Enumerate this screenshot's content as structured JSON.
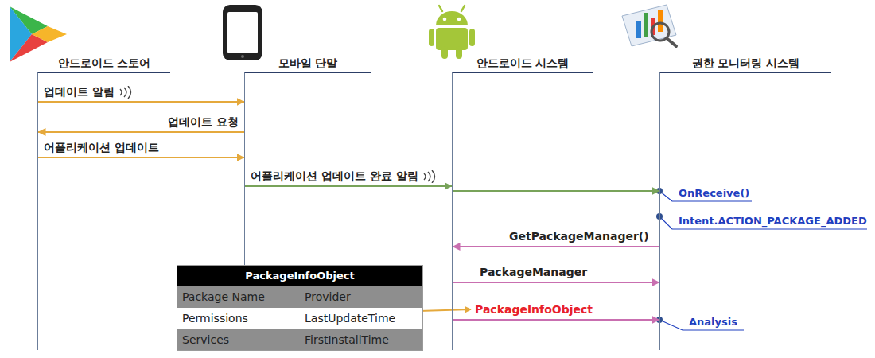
{
  "diagram": {
    "nodes": [
      {
        "text": [
          "안드로이드 스토어"
        ]
      },
      {
        "text": [
          "모바일 단말"
        ]
      },
      {
        "text": [
          "안드로이드 시스템"
        ]
      },
      {
        "text": [
          "권한 모니터링 시스템"
        ]
      },
      {
        "text": [
          "PackageInfoObject",
          "Package Name",
          "Provider",
          "Permissions",
          "LastUpdateTime",
          "Services",
          "FirstInstallTime"
        ]
      }
    ],
    "edges": [
      {
        "from": 0,
        "to": 1,
        "label": "업데이트 알림",
        "arrow": "to"
      },
      {
        "from": 1,
        "to": 0,
        "label": "업데이트 요청",
        "arrow": "to"
      },
      {
        "from": 0,
        "to": 1,
        "label": "어플리케이션 업데이트",
        "arrow": "to"
      },
      {
        "from": 1,
        "to": 2,
        "label": "어플리케이션 업데이트 완료 알림",
        "arrow": "to"
      },
      {
        "from": 2,
        "to": 3,
        "arrow": "to"
      },
      {
        "from": 3,
        "to": 2,
        "label": "GetPackageManager()",
        "arrow": "to"
      },
      {
        "from": 2,
        "to": 3,
        "label": "PackageManager",
        "arrow": "to"
      },
      {
        "from": 2,
        "to": 3,
        "label": "PackageInfoObject",
        "arrow": "to"
      }
    ],
    "labels": [
      "OnReceive()",
      "Intent.ACTION_PACKAGE_ADDED",
      "Analysis"
    ]
  }
}
